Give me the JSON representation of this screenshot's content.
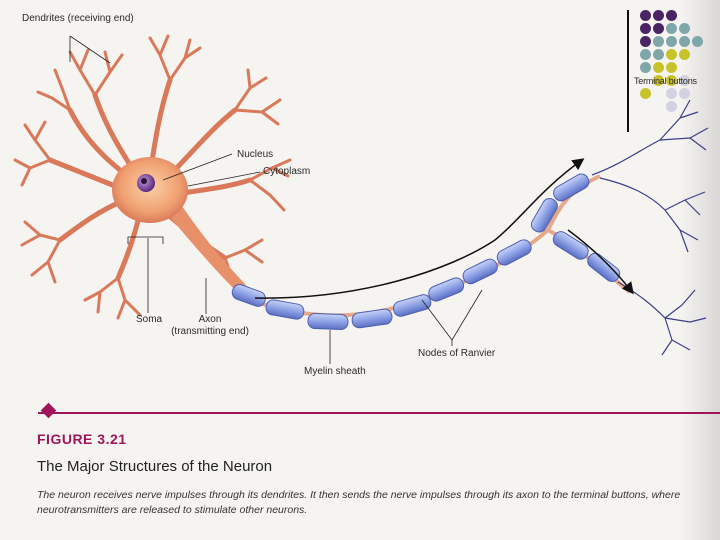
{
  "labels": {
    "dendrites": "Dendrites (receiving end)",
    "nucleus": "Nucleus",
    "cytoplasm": "Cytoplasm",
    "soma": "Soma",
    "axon_line1": "Axon",
    "axon_line2": "(transmitting end)",
    "myelin": "Myelin sheath",
    "nodes": "Nodes of Ranvier",
    "terminal": "Terminal buttons"
  },
  "figure": {
    "number": "FIGURE 3.21",
    "title": "The Major Structures of the Neuron",
    "caption": "The neuron receives nerve impulses through its dendrites. It then sends the nerve impulses through its axon to the terminal buttons, where neurotransmitters are released to stimulate other neurons."
  },
  "colors": {
    "accent": "#a0145a",
    "cell_body": "#f0a071",
    "nucleus": "#7b3f9e",
    "myelin": "#8fa3e6",
    "terminal_dot_purple": "#4a2465",
    "terminal_dot_teal": "#7fa6a8",
    "terminal_dot_yellow": "#c8c32a",
    "terminal_dot_gray": "#d2d2e2"
  }
}
